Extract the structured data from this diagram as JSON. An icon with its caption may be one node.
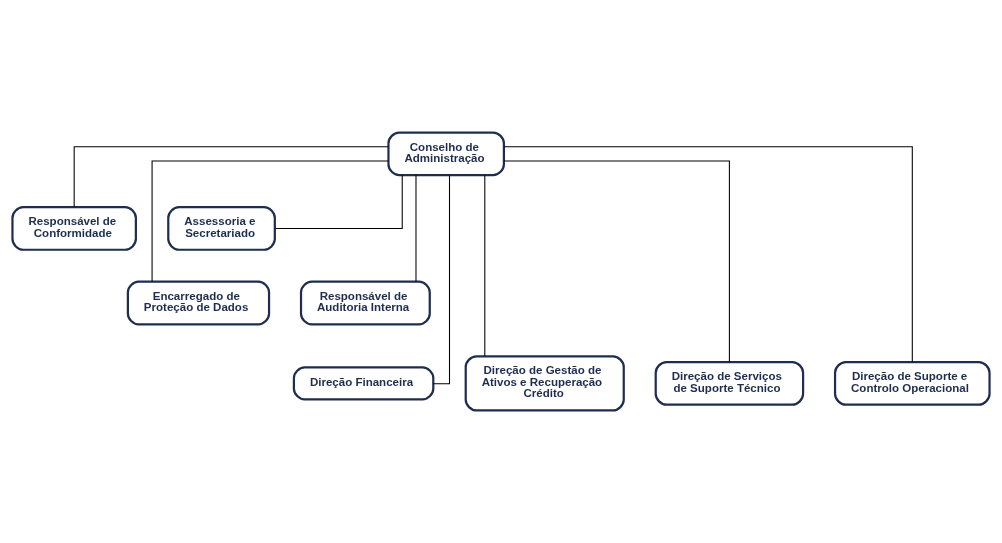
{
  "diagram": {
    "nodes": [
      {
        "text": [
          "Conselho de Administração"
        ]
      },
      {
        "text": [
          "Responsável de Conformidade"
        ]
      },
      {
        "text": [
          "Assessoria e Secretariado"
        ]
      },
      {
        "text": [
          "Encarregado de Proteção de Dados"
        ]
      },
      {
        "text": [
          "Responsável de Auditoria Interna"
        ]
      },
      {
        "text": [
          "Direção Financeira"
        ]
      },
      {
        "text": [
          "Direção de Gestão de Ativos e Recuperação Crédito"
        ]
      },
      {
        "text": [
          "Direção de Serviços de Suporte Técnico"
        ]
      },
      {
        "text": [
          "Direção de Suporte e Controlo Operacional"
        ]
      }
    ],
    "edges": [
      {
        "from": 0,
        "to": 1,
        "arrow": "none"
      },
      {
        "from": 0,
        "to": 2,
        "arrow": "none"
      },
      {
        "from": 0,
        "to": 3,
        "arrow": "none"
      },
      {
        "from": 0,
        "to": 4,
        "arrow": "none"
      },
      {
        "from": 0,
        "to": 5,
        "arrow": "none"
      },
      {
        "from": 0,
        "to": 6,
        "arrow": "none"
      },
      {
        "from": 0,
        "to": 7,
        "arrow": "none"
      },
      {
        "from": 0,
        "to": 8,
        "arrow": "none"
      }
    ]
  }
}
